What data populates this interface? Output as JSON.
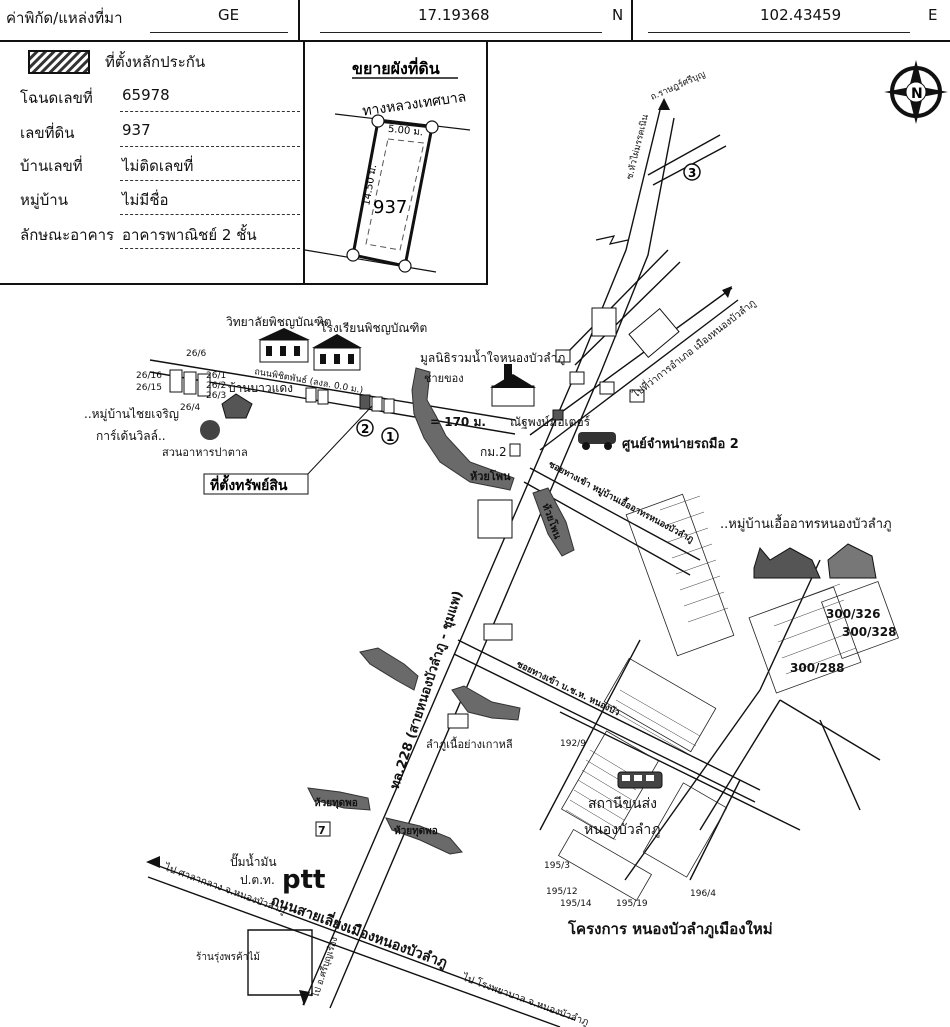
{
  "header": {
    "coord_label": "ค่าพิกัด/แหล่งที่มา",
    "source": "GE",
    "lat": "17.19368",
    "lat_dir": "N",
    "lon": "102.43459",
    "lon_dir": "E"
  },
  "info": {
    "legend_text": "ที่ตั้งหลักประกัน",
    "rows": [
      {
        "label": "โฉนดเลขที่",
        "value": "65978"
      },
      {
        "label": "เลขที่ดิน",
        "value": "937"
      },
      {
        "label": "บ้านเลขที่",
        "value": "ไม่ติดเลขที่"
      },
      {
        "label": "หมู่บ้าน",
        "value": "ไม่มีชื่อ"
      },
      {
        "label": "ลักษณะอาคาร",
        "value": "อาคารพาณิชย์ 2 ชั้น"
      }
    ]
  },
  "sketch": {
    "title": "ขยายผังที่ดิน",
    "road": "ทางหลวงเทศบาล",
    "width_dim": "5.00 ม.",
    "depth_dim": "14.50 ม.",
    "parcel": "937"
  },
  "compass": {
    "north": "N"
  },
  "map": {
    "labels": {
      "college": "วิทยาลัยพิชญบัณฑิต",
      "school": "โรงเรียนพิชญบัณฑิต",
      "foundation": "มูลนิธิรวมน้ำใจหนองบัวลำภู",
      "village_chaicharoen": "..หมู่บ้านไชยเจริญ",
      "garden_ville": "การ์เด้นวิลล์..",
      "baan_bao_daeng": "บ้านบาวแดง",
      "suan_ahan": "สวนอาหารปาตาล",
      "property": "ที่ตั้งทรัพย์สิน",
      "dist": "= 170 ม.",
      "km2": "กม.2",
      "car_center": "ศูนย์จำหน่ายรถมือ 2",
      "motor": "ณัฐพงษ์มอเตอร์",
      "sai_kong": "ชายของ",
      "village_eua": "..หมู่บ้านเอื้ออาทรหนองบัวลำภู",
      "h300_326": "300/326",
      "h300_328": "300/328",
      "h300_288": "300/288",
      "bus_station_1": "สถานีขนส่ง",
      "bus_station_2": "หนองบัวลำภู",
      "pump_1": "ปั๊มน้ำมัน",
      "pump_2": "ป.ต.ท.",
      "ptt": "ptt",
      "project": "โครงการ หนองบัวลำภูเมืองใหม่",
      "korean_bbq": "ลำภูเนื้อย่างเกาหลี",
      "shop": "ร้านรุ่งพรค้าไม้",
      "hwy228": "ทล.228 (สายหนองบัวลำภู - ชุมแพ)",
      "bypass": "ถนนสายเลี่ยงเมืองหนองบัวลำภู",
      "to_sala": "ไป ศาลากลาง จ.หนองบัวลำภู",
      "to_hospital": "ไป โรงพยาบาล จ.หนองบัวลำภู",
      "to_hospital_top": "ไปที่ว่าการอำเภอ เมืองหนองบัวลำภู",
      "to_sri": "ไป อ.ศรีบุญเรือง",
      "soi_udon": "ซอยทางเข้า บ.ช.ห. หนองบัว",
      "soi_eua": "ซอยทางเข้า หมู่บ้านเอื้ออาทรหนองบัวลำภู",
      "road_phichit": "ถนนพิชิตพันธ์ (ลงล. 0.0 ม.)",
      "road_top": "ถ.ราษฎร์ศรีบุญ",
      "road_top2": "ซ.หัวไผ่มรรคเนิน",
      "creek_1": "ห้วยโพน",
      "creek_2": "ห้วยโพน",
      "creek_3": "ห้วยทุดพอ",
      "creek_4": "ห้วยทุดพอ",
      "n1": "1",
      "n2": "2",
      "n3": "3",
      "h26_6": "26/6",
      "h26_1": "26/1",
      "h26_2": "26/2",
      "h26_3": "26/3",
      "h26_4": "26/4",
      "h26_15": "26/15",
      "h26_16": "26/16",
      "h195_12": "195/12",
      "h195_14": "195/14",
      "h195_19": "195/19",
      "h195_3": "195/3",
      "h196_4": "196/4",
      "h192_9": "192/9",
      "seven": "7"
    }
  }
}
